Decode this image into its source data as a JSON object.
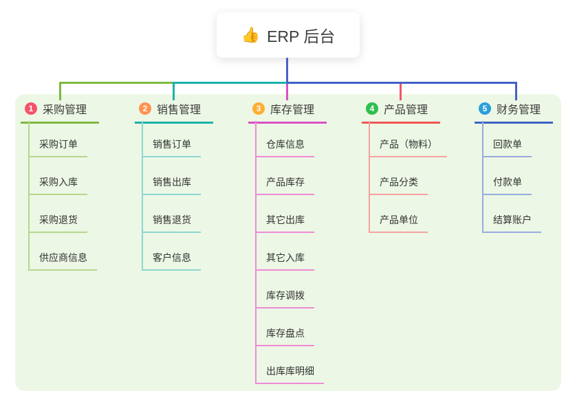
{
  "root": {
    "emoji": "👍",
    "label": "ERP 后台"
  },
  "colors": {
    "panel_bg": "#ecf7e5",
    "root_line": "#4d5fc9",
    "trunk_green": "#7cb93f",
    "trunk_teal": "#19b2a9",
    "trunk_blue": "#4161c9",
    "drop_magenta": "#da50c4",
    "drop_red": "#f25568"
  },
  "branches": [
    {
      "num": "1",
      "label": "采购管理",
      "badge_color": "#f4536b",
      "line_color": "#7cb93f",
      "child_line_color": "#b3d88b",
      "children": [
        "采购订单",
        "采购入库",
        "采购退货",
        "供应商信息"
      ]
    },
    {
      "num": "2",
      "label": "销售管理",
      "badge_color": "#ff9350",
      "line_color": "#19b2a9",
      "child_line_color": "#8ed6d0",
      "children": [
        "销售订单",
        "销售出库",
        "销售退货",
        "客户信息"
      ]
    },
    {
      "num": "3",
      "label": "库存管理",
      "badge_color": "#ffad33",
      "line_color": "#da50c4",
      "child_line_color": "#f08ad6",
      "children": [
        "仓库信息",
        "产品库存",
        "其它出库",
        "其它入库",
        "库存调拨",
        "库存盘点",
        "出库库明细"
      ]
    },
    {
      "num": "4",
      "label": "产品管理",
      "badge_color": "#2fbf4f",
      "line_color": "#f25555",
      "child_line_color": "#f7a2a0",
      "children": [
        "产品（物料）",
        "产品分类",
        "产品单位"
      ]
    },
    {
      "num": "5",
      "label": "财务管理",
      "badge_color": "#2b9fdd",
      "line_color": "#3e63c6",
      "child_line_color": "#97abe0",
      "children": [
        "回款单",
        "付款单",
        "结算账户"
      ]
    }
  ]
}
